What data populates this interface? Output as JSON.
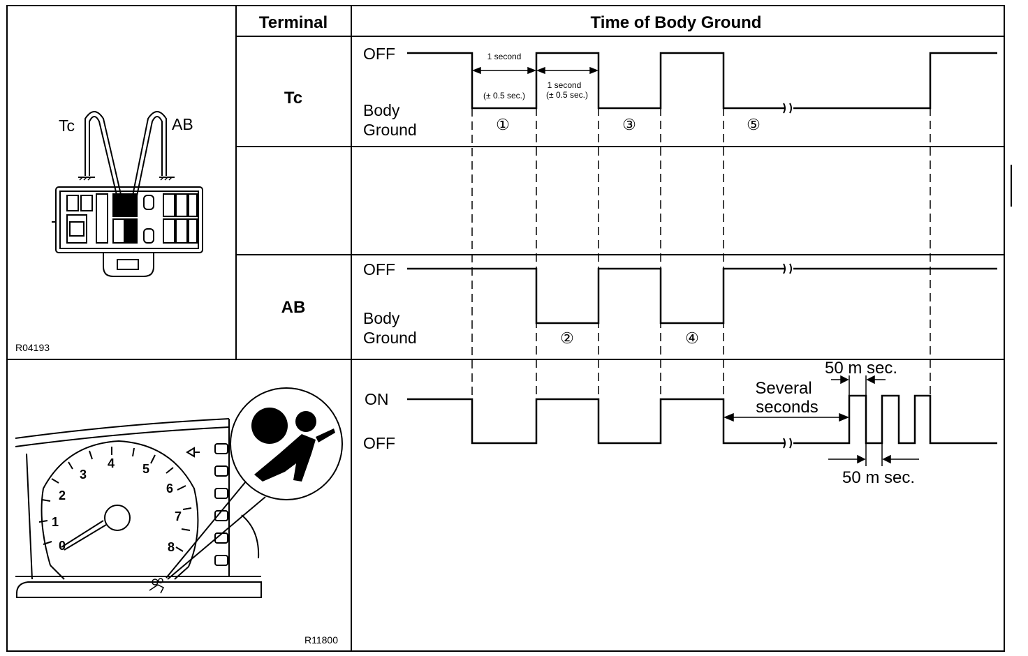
{
  "header": {
    "terminal": "Terminal",
    "time": "Time of Body Ground"
  },
  "rows": {
    "tc": {
      "label": "Tc",
      "off": "OFF",
      "body": "Body",
      "ground": "Ground"
    },
    "ab": {
      "label": "AB",
      "off": "OFF",
      "body": "Body",
      "ground": "Ground"
    },
    "light": {
      "on": "ON",
      "off": "OFF"
    }
  },
  "annotations": {
    "one_second_a": "1 second",
    "tol_a": "(± 0.5 sec.)",
    "one_second_b": "1 second",
    "tol_b": "(± 0.5 sec.)",
    "step1": "①",
    "step2": "②",
    "step3": "③",
    "step4": "④",
    "step5": "⑤",
    "fifty_top": "50 m sec.",
    "fifty_bottom": "50 m sec.",
    "several": "Several",
    "seconds": "seconds"
  },
  "connector": {
    "tc_label": "Tc",
    "ab_label": "AB",
    "code": "R04193"
  },
  "cluster": {
    "code": "R11800",
    "tach_numbers": [
      "0",
      "1",
      "2",
      "3",
      "4",
      "5",
      "6",
      "7",
      "8"
    ]
  }
}
